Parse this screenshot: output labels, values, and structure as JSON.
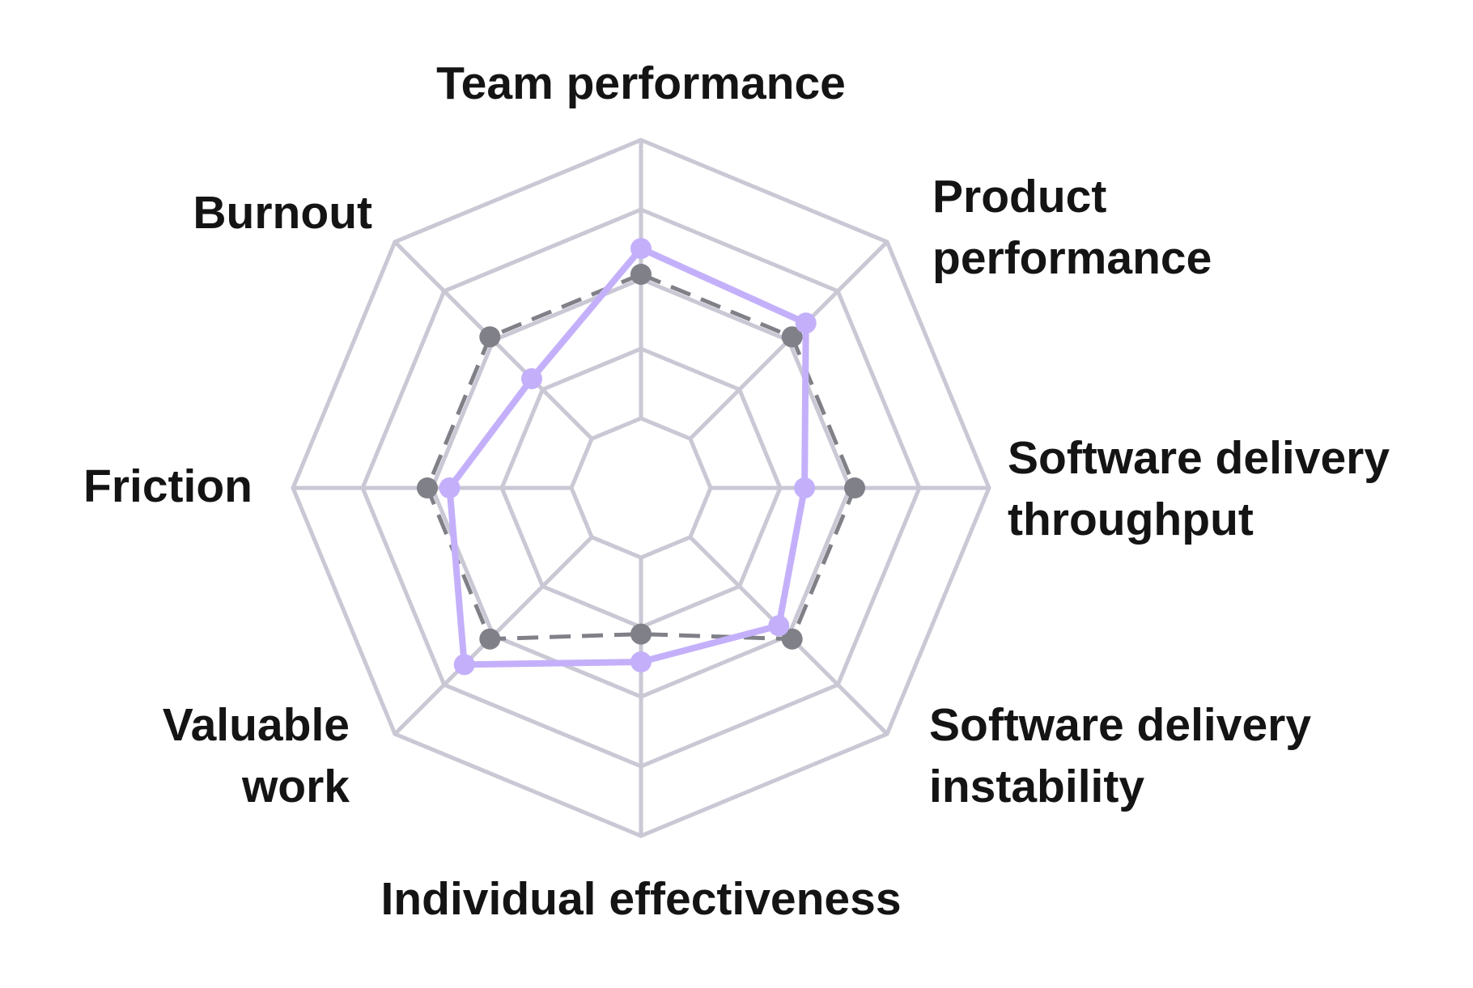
{
  "chart_data": {
    "type": "radar",
    "title": "",
    "axes": [
      {
        "name": "team",
        "label_lines": [
          "Team performance"
        ]
      },
      {
        "name": "product",
        "label_lines": [
          "Product",
          "performance"
        ]
      },
      {
        "name": "throughput",
        "label_lines": [
          "Software delivery",
          "throughput"
        ]
      },
      {
        "name": "instability",
        "label_lines": [
          "Software delivery",
          "instability"
        ]
      },
      {
        "name": "individual",
        "label_lines": [
          "Individual effectiveness"
        ]
      },
      {
        "name": "valuable-work",
        "label_lines": [
          "Valuable",
          "work"
        ]
      },
      {
        "name": "friction",
        "label_lines": [
          "Friction"
        ]
      },
      {
        "name": "burnout",
        "label_lines": [
          "Burnout"
        ]
      }
    ],
    "rings": 5,
    "range": [
      0,
      5
    ],
    "series": [
      {
        "key": "baseline",
        "values": [
          3.07,
          3.07,
          3.07,
          3.07,
          2.1,
          3.07,
          3.07,
          3.07
        ],
        "color": "#808088",
        "line_style": "dashed"
      },
      {
        "key": "highlight",
        "values": [
          3.44,
          3.35,
          2.35,
          2.8,
          2.5,
          3.59,
          2.75,
          2.22
        ],
        "color": "#c4b0fa",
        "line_style": "solid"
      }
    ]
  }
}
